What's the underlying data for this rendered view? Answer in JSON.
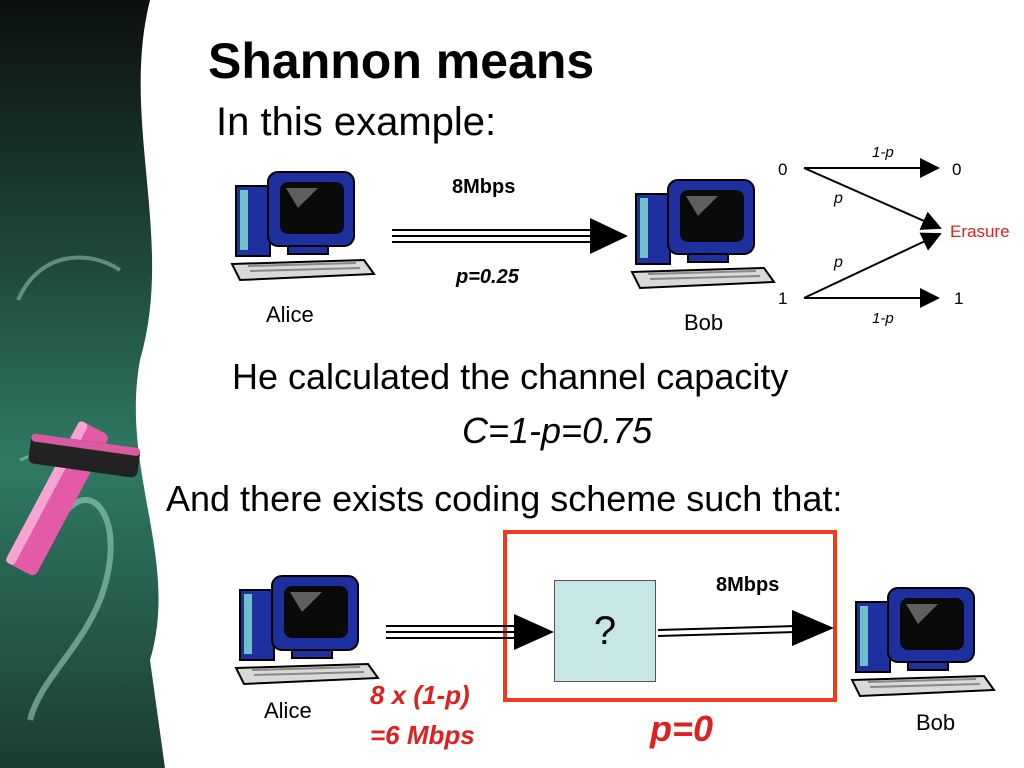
{
  "slide": {
    "title": "Shannon means",
    "subtitle": "In this example:",
    "capacity_line": "He calculated the channel capacity",
    "formula": "C=1-p=0.75",
    "coding_line": "And there exists coding scheme such that:"
  },
  "top_diagram": {
    "sender": "Alice",
    "receiver": "Bob",
    "rate": "8Mbps",
    "prob": "p=0.25"
  },
  "erasure_channel": {
    "in_0": "0",
    "in_1": "1",
    "out_0": "0",
    "out_1": "1",
    "erasure": "Erasure",
    "top_label": "1-p",
    "bottom_label": "1-p",
    "p_upper": "p",
    "p_lower": "p"
  },
  "bottom_diagram": {
    "sender": "Alice",
    "receiver": "Bob",
    "rate": "8Mbps",
    "encoder": "?",
    "effective_rate_1": "8 x (1-p)",
    "effective_rate_2": "=6 Mbps",
    "prob": "p=0"
  },
  "colors": {
    "accent_red": "#ee3b1a",
    "red_text": "#e02020",
    "encoder_fill": "#c7e6e6",
    "monitor_blue": "#1e2fa0"
  }
}
